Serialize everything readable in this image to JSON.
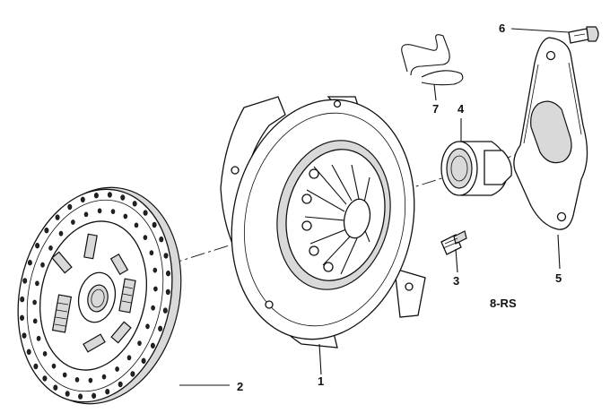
{
  "callouts": [
    {
      "id": "1",
      "label": "1"
    },
    {
      "id": "2",
      "label": "2"
    },
    {
      "id": "3",
      "label": "3"
    },
    {
      "id": "4",
      "label": "4"
    },
    {
      "id": "5",
      "label": "5"
    },
    {
      "id": "6",
      "label": "6"
    },
    {
      "id": "7",
      "label": "7"
    }
  ],
  "diagram_code": "8-RS"
}
